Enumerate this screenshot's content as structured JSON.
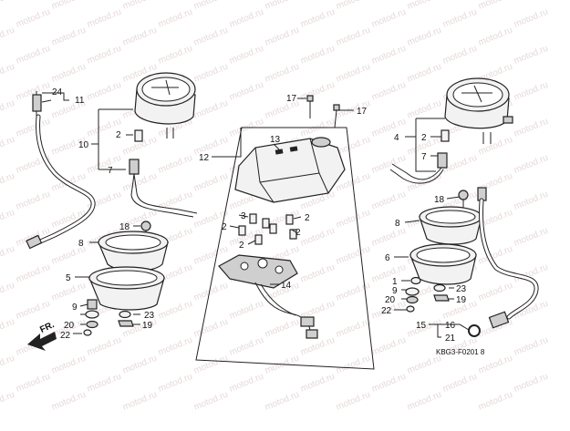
{
  "watermark_text": "motod.ru",
  "diagram_code": "KBG3-F0201 8",
  "direction_arrow": "FR.",
  "callouts": {
    "c24": "24",
    "c11": "11",
    "c10": "10",
    "c2a": "2",
    "c7a": "7",
    "c18a": "18",
    "c8a": "8",
    "c5": "5",
    "c9a": "9",
    "c20a": "20",
    "c22a": "22",
    "c23a": "23",
    "c19a": "19",
    "c17a": "17",
    "c17b": "17",
    "c12": "12",
    "c13": "13",
    "c3": "3",
    "c2b": "2",
    "c2c": "2",
    "c2d": "2",
    "c2e": "2",
    "c14": "14",
    "c4": "4",
    "c2f": "2",
    "c7b": "7",
    "c18b": "18",
    "c8b": "8",
    "c6": "6",
    "c1": "1",
    "c9b": "9",
    "c20b": "20",
    "c22b": "22",
    "c23b": "23",
    "c19b": "19",
    "c15": "15",
    "c16": "16",
    "c21": "21"
  }
}
